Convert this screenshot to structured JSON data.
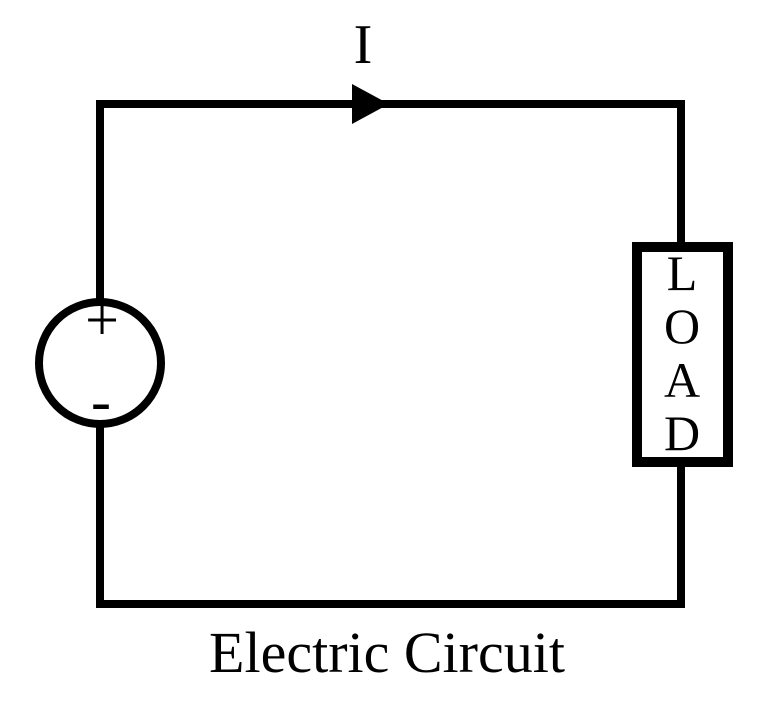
{
  "diagram": {
    "title": "Electric Circuit",
    "current_label": "I",
    "current_direction": "right",
    "source": {
      "type": "voltage-source",
      "positive_label": "+",
      "negative_label": "-"
    },
    "load": {
      "label": "LOAD",
      "letters": [
        "L",
        "O",
        "A",
        "D"
      ]
    },
    "colors": {
      "line": "#000000",
      "background": "#ffffff"
    }
  }
}
